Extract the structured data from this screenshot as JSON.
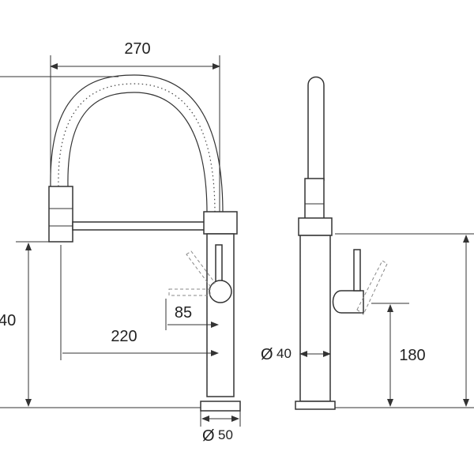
{
  "dimensions": {
    "width_top": "270",
    "height_left": "40",
    "offset_handle": "85",
    "spout_reach": "220",
    "diameter_base": "50",
    "diameter_body": "40",
    "height_side": "180"
  },
  "symbols": {
    "diameter": "Ø"
  },
  "colors": {
    "line": "#333333",
    "dashed": "#888888",
    "background": "#ffffff"
  }
}
